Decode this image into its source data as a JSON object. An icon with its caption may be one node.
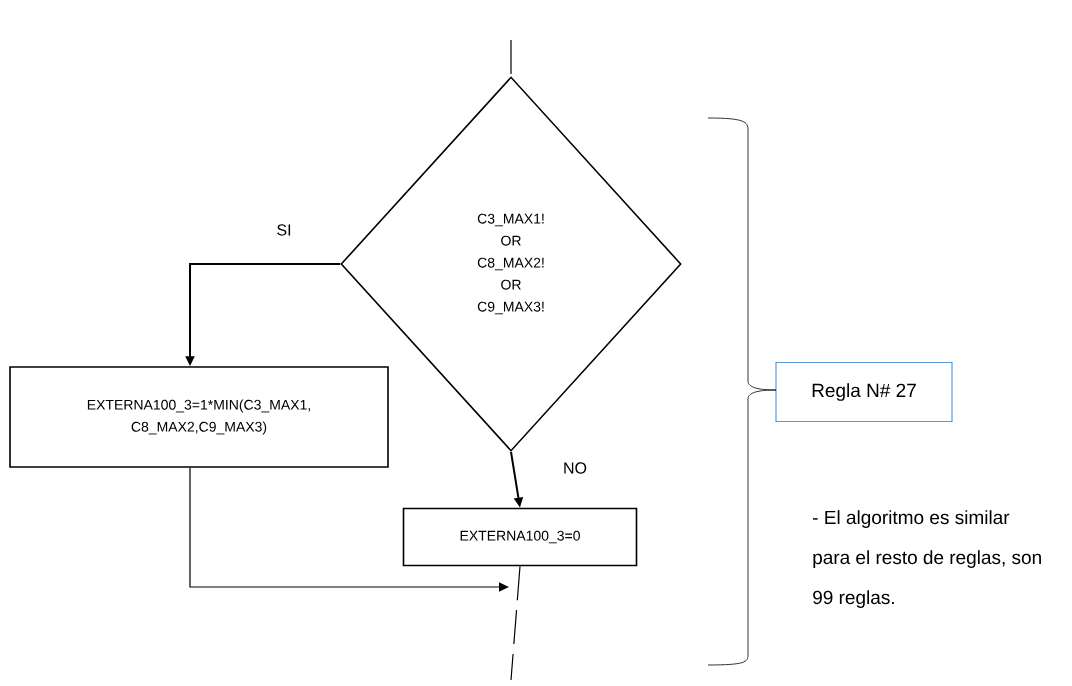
{
  "diagram": {
    "nodes": [
      {
        "text": [
          "C3_MAX1! OR C8_MAX2! OR C9_MAX3!"
        ]
      },
      {
        "text": [
          "EXTERNA100_3=1*MIN(C3_MAX1, C8_MAX2,C9_MAX3)"
        ]
      },
      {
        "text": [
          "EXTERNA100_3=0"
        ]
      },
      {
        "text": [
          "Regla N# 27"
        ]
      }
    ],
    "edges": [
      {
        "from": null,
        "to": 0,
        "arrow": "none",
        "style": "dashed"
      },
      {
        "from": 0,
        "to": 1,
        "arrow": "to",
        "label": "SI"
      },
      {
        "from": 0,
        "to": 2,
        "arrow": "to",
        "label": "NO"
      },
      {
        "from": 1,
        "to": null,
        "arrow": "to"
      },
      {
        "from": 2,
        "to": null,
        "arrow": "none",
        "style": "dashed"
      }
    ],
    "labels": [
      "- El algoritmo es similar para el resto de reglas, son 99 reglas."
    ]
  }
}
